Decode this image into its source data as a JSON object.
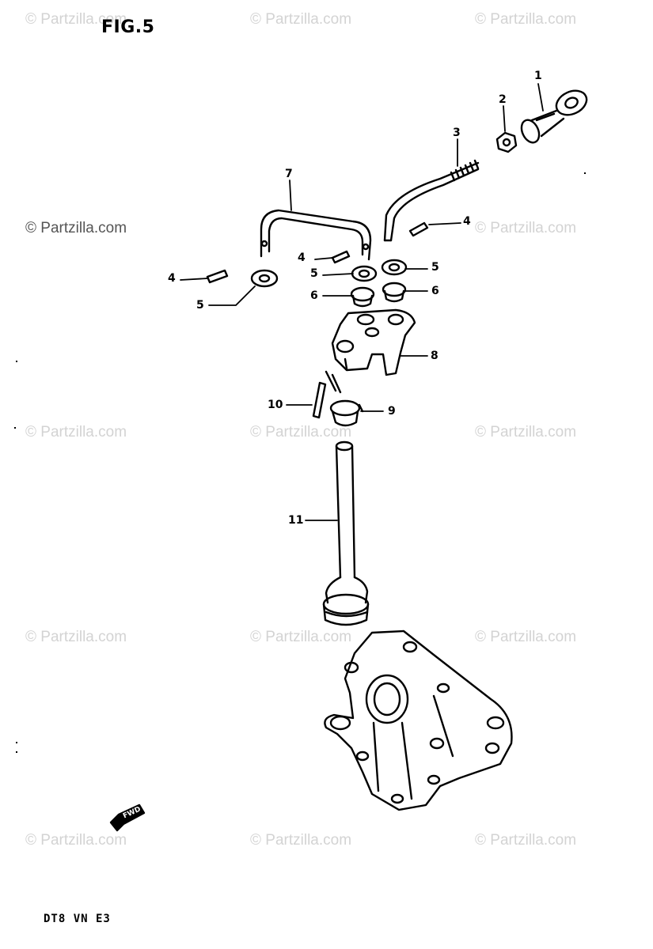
{
  "figure": {
    "title": "FIG.5",
    "model_code": "DT8 VN E3"
  },
  "watermark": {
    "text": "© Partzilla.com"
  },
  "callouts": [
    {
      "num": "1"
    },
    {
      "num": "2"
    },
    {
      "num": "3"
    },
    {
      "num": "4"
    },
    {
      "num": "4"
    },
    {
      "num": "4"
    },
    {
      "num": "5"
    },
    {
      "num": "5"
    },
    {
      "num": "5"
    },
    {
      "num": "6"
    },
    {
      "num": "6"
    },
    {
      "num": "7"
    },
    {
      "num": "8"
    },
    {
      "num": "9"
    },
    {
      "num": "10"
    },
    {
      "num": "11"
    }
  ],
  "direction_marker": {
    "text": "FWD"
  }
}
